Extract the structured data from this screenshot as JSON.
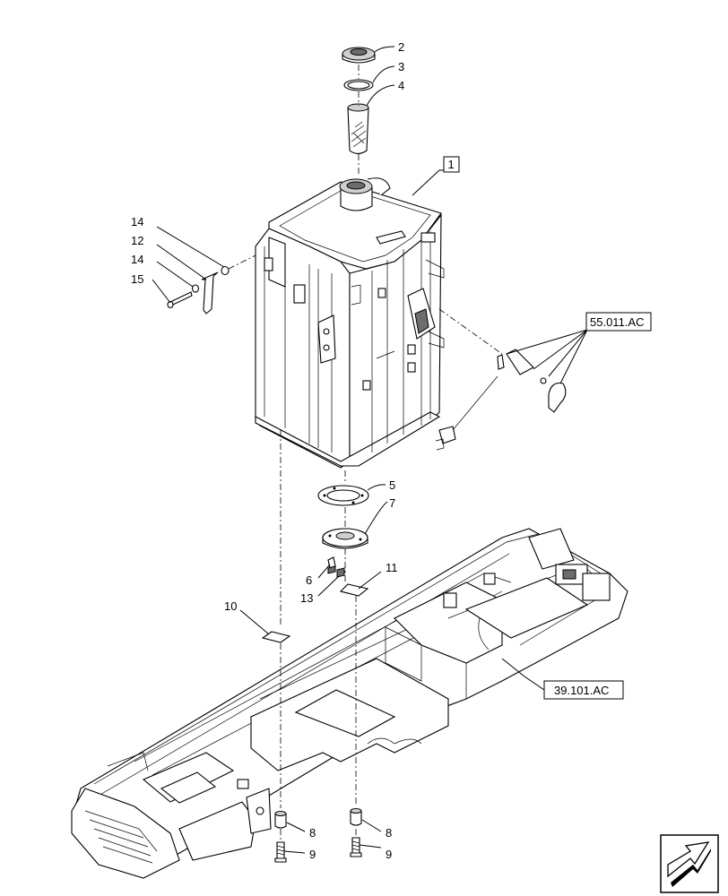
{
  "callouts": {
    "c1": "1",
    "c2": "2",
    "c3": "3",
    "c4": "4",
    "c5": "5",
    "c6": "6",
    "c7": "7",
    "c8a": "8",
    "c8b": "8",
    "c9a": "9",
    "c9b": "9",
    "c10": "10",
    "c11": "11",
    "c12": "12",
    "c13": "13",
    "c14a": "14",
    "c14b": "14",
    "c15": "15"
  },
  "references": {
    "electrical": "55.011.AC",
    "frame": "39.101.AC"
  },
  "icons": {
    "nav": "next-page-arrow-icon"
  }
}
